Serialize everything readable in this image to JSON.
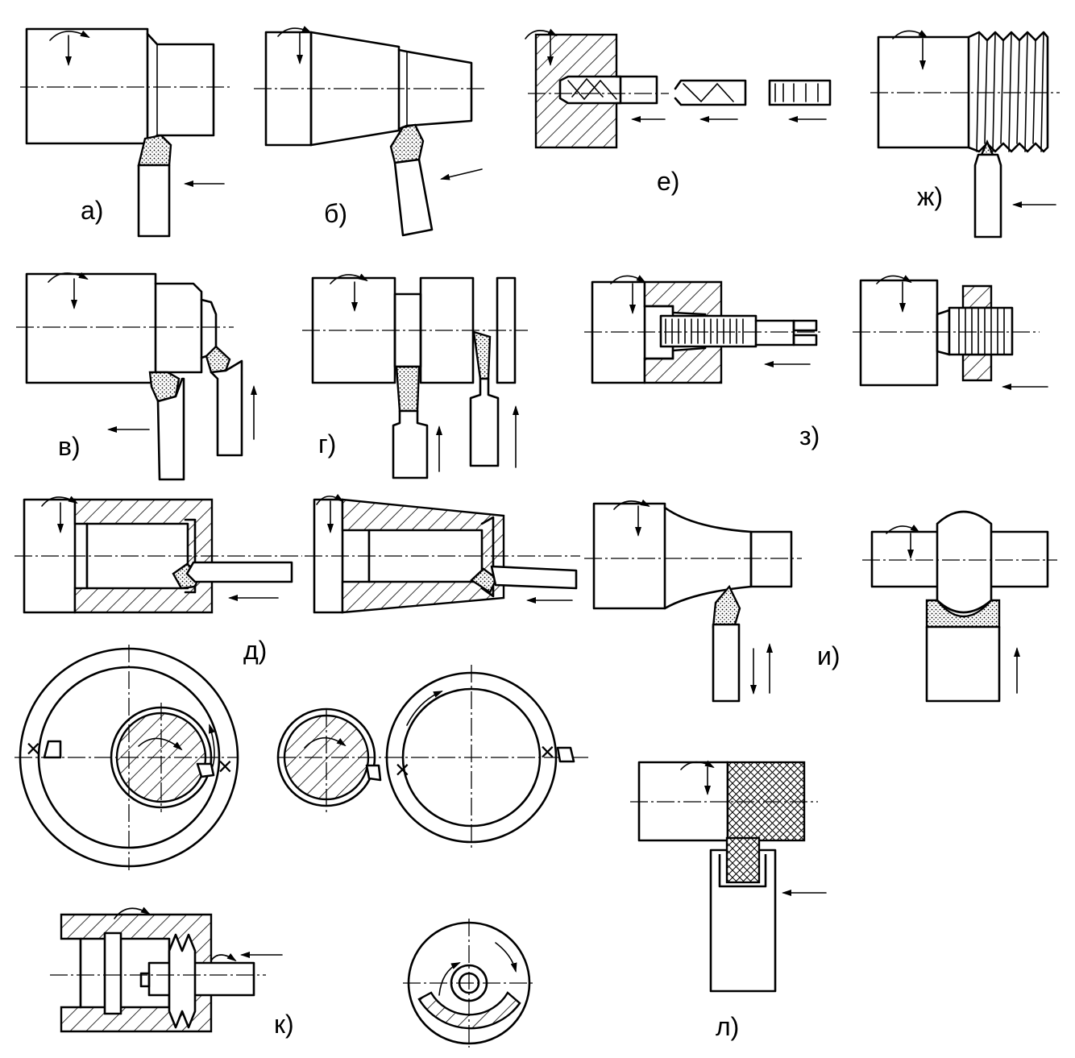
{
  "labels": {
    "a": "а)",
    "b": "б)",
    "e": "е)",
    "zh": "ж)",
    "v": "в)",
    "g": "г)",
    "z": "з)",
    "d": "д)",
    "i": "и)",
    "k": "к)",
    "l": "л)"
  },
  "marks": {
    "cross": "×"
  }
}
